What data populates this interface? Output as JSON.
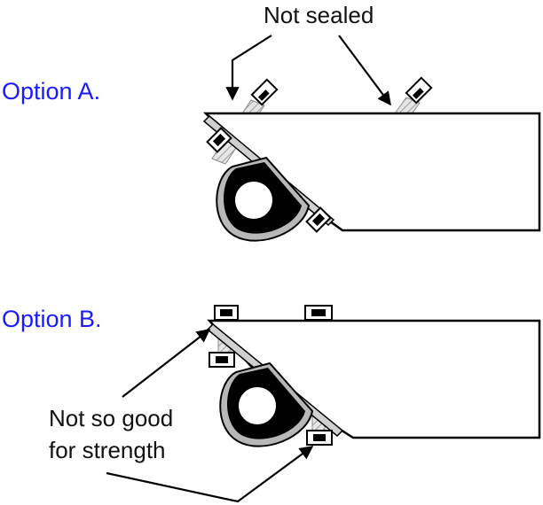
{
  "option_a": {
    "label": "Option A."
  },
  "option_b": {
    "label": "Option B."
  },
  "callouts": {
    "not_sealed": "Not sealed",
    "strength_line1": "Not so good",
    "strength_line2": "for strength"
  },
  "colors": {
    "option_label": "#1a1aff",
    "ink": "#000000",
    "panel_fill": "#ffffff",
    "bolt_hatch": "#cfcfcf",
    "clamp_fill": "#000000"
  },
  "icons": [
    "bolt-icon",
    "clamp-icon",
    "arrow-icon"
  ]
}
